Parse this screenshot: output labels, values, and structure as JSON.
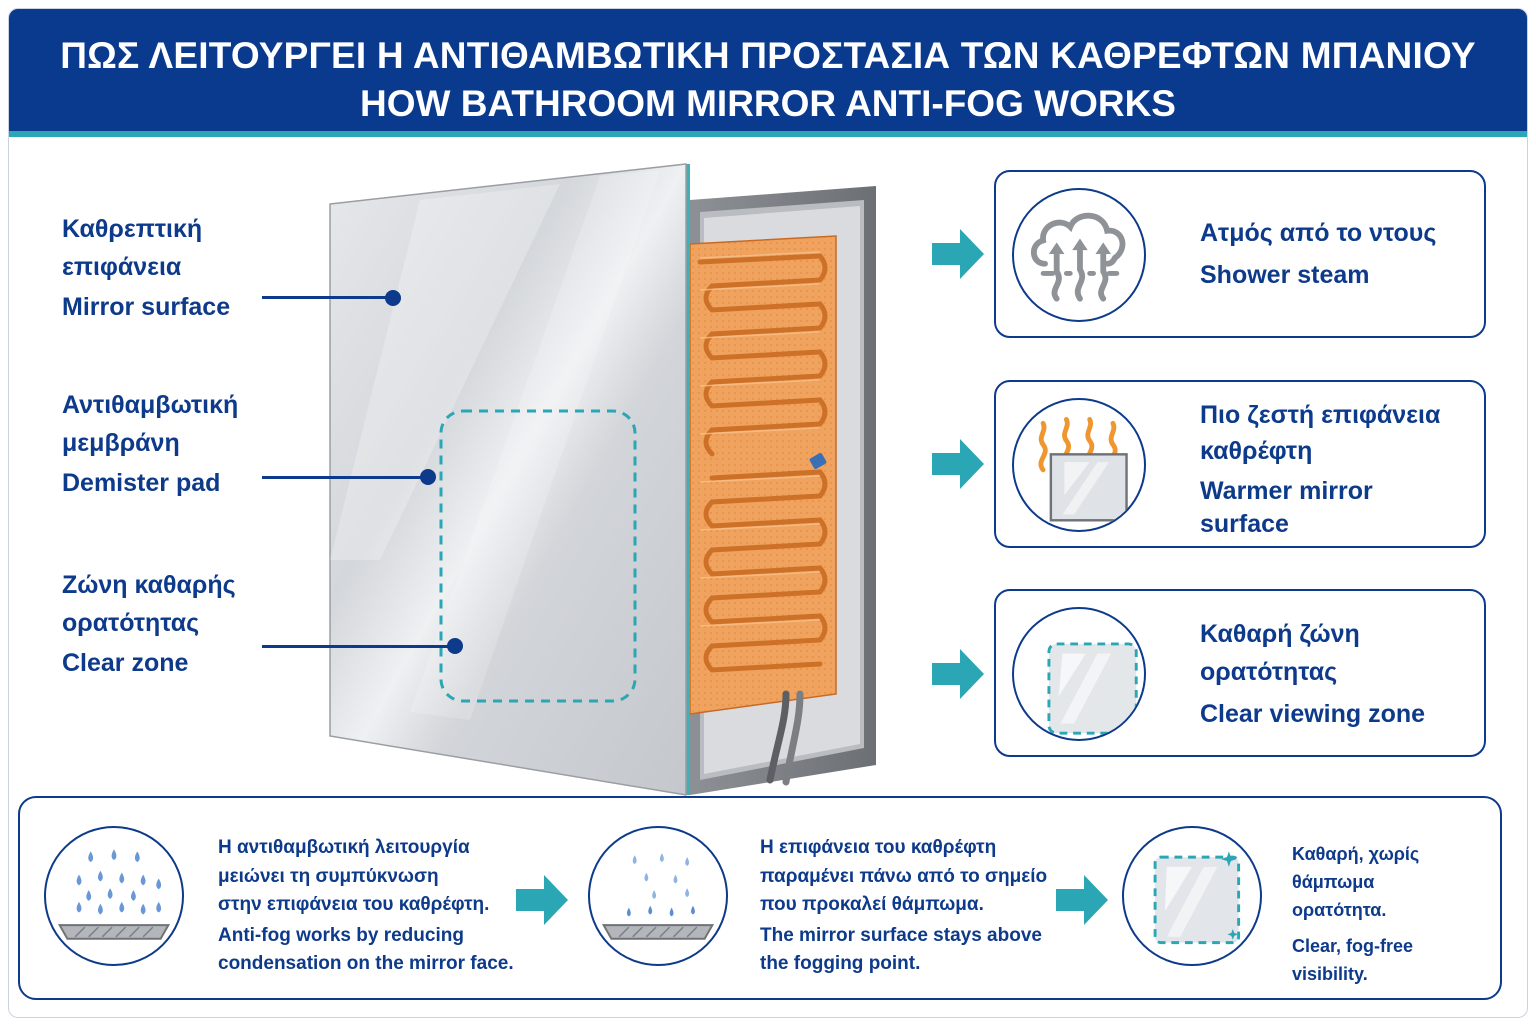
{
  "header": {
    "title_gr": "ΠΩΣ ΛΕΙΤΟΥΡΓΕΙ Η ΑΝΤΙΘΑΜΒΩΤΙΚΗ ΠΡΟΣΤΑΣΙΑ ΤΩΝ ΚΑΘΡΕΦΤΩΝ ΜΠΑΝΙΟΥ",
    "title_en": "HOW BATHROOM MIRROR ANTI-FOG WORKS"
  },
  "labels": {
    "mirror": {
      "gr1": "Καθρεπτική",
      "gr2": "επιφάνεια",
      "en": "Mirror surface"
    },
    "pad": {
      "gr1": "Αντιθαμβωτική",
      "gr2": "μεμβράνη",
      "en": "Demister pad"
    },
    "zone": {
      "gr1": "Ζώνη καθαρής",
      "gr2": "ορατότητας",
      "en": "Clear zone"
    }
  },
  "cards": [
    {
      "icon": "steam-cloud-icon",
      "gr": "Ατμός από το ντους",
      "en": "Shower steam"
    },
    {
      "icon": "warm-mirror-icon",
      "gr1": "Πιο ζεστή επιφάνεια",
      "gr2": "καθρέφτη",
      "en1": "Warmer mirror",
      "en2": "surface"
    },
    {
      "icon": "clear-zone-icon",
      "gr1": "Καθαρή ζώνη",
      "gr2": "ορατότητας",
      "en": "Clear viewing zone"
    }
  ],
  "steps": [
    {
      "icon": "condensation-droplets-icon",
      "gr1": "Η αντιθαμβωτική λειτουργία",
      "gr2": "μειώνει τη συμπύκνωση",
      "gr3": "στην επιφάνεια του καθρέφτη.",
      "en1": "Anti-fog works by reducing",
      "en2": "condensation on the mirror face."
    },
    {
      "icon": "fewer-droplets-icon",
      "gr1": "Η επιφάνεια του καθρέφτη",
      "gr2": "παραμένει πάνω από το σημείο",
      "gr3": "που προκαλεί θάμπωμα.",
      "en1": "The mirror surface stays above",
      "en2": "the fogging point."
    },
    {
      "icon": "clear-mirror-icon",
      "gr1": "Καθαρή, χωρίς θάμπωμα",
      "gr2": "ορατότητα.",
      "en1": "Clear, fog-free",
      "en2": "visibility."
    }
  ],
  "colors": {
    "navy": "#0d3a8a",
    "header_bg": "#0a3a8e",
    "teal": "#2ba6b5",
    "copper": "#e8843a",
    "heater_pad": "#f2a460"
  }
}
